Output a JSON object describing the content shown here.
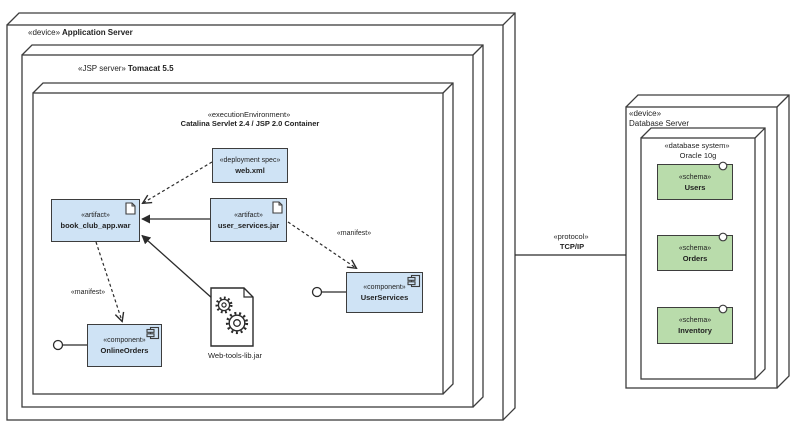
{
  "nodes": {
    "app_server": {
      "stereotype": "«device»",
      "name": "Application Server"
    },
    "jsp_server": {
      "stereotype": "«JSP server»",
      "name": "Tomacat 5.5"
    },
    "exec_env": {
      "stereotype": "«executionEnvironment»",
      "name": "Catalina Servlet 2.4 / JSP 2.0 Container"
    },
    "db_server": {
      "stereotype": "«device»",
      "name": "Database Server"
    },
    "oracle": {
      "stereotype": "«database system»",
      "name": "Oracle 10g"
    }
  },
  "artifacts": {
    "web_xml": {
      "stereotype": "«deployment spec»",
      "name": "web.xml"
    },
    "book_club_app": {
      "stereotype": "«artifact»",
      "name": "book_club_app.war"
    },
    "user_services_jar": {
      "stereotype": "«artifact»",
      "name": "user_services.jar"
    },
    "web_tools_lib": {
      "name": "Web-tools-lib.jar"
    }
  },
  "components": {
    "online_orders": {
      "stereotype": "«component»",
      "name": "OnlineOrders"
    },
    "user_services": {
      "stereotype": "«component»",
      "name": "UserServices"
    }
  },
  "schemas": {
    "users": {
      "stereotype": "«schema»",
      "name": "Users"
    },
    "orders": {
      "stereotype": "«schema»",
      "name": "Orders"
    },
    "inventory": {
      "stereotype": "«schema»",
      "name": "Inventory"
    }
  },
  "connectors": {
    "protocol": {
      "stereotype": "«protocol»",
      "name": "TCP/IP"
    },
    "manifest_to_online_orders": {
      "label": "«manifest»"
    },
    "manifest_to_user_services": {
      "label": "«manifest»"
    }
  },
  "icons": {
    "artifact": "document-icon",
    "component": "component-icon",
    "schema": "interface-circle-icon",
    "library": "gears-document-icon"
  },
  "colors": {
    "artifact_fill": "#cfe3f5",
    "schema_fill": "#b9dcab",
    "line": "#3d3d3d",
    "text": "#1f1f1f"
  }
}
